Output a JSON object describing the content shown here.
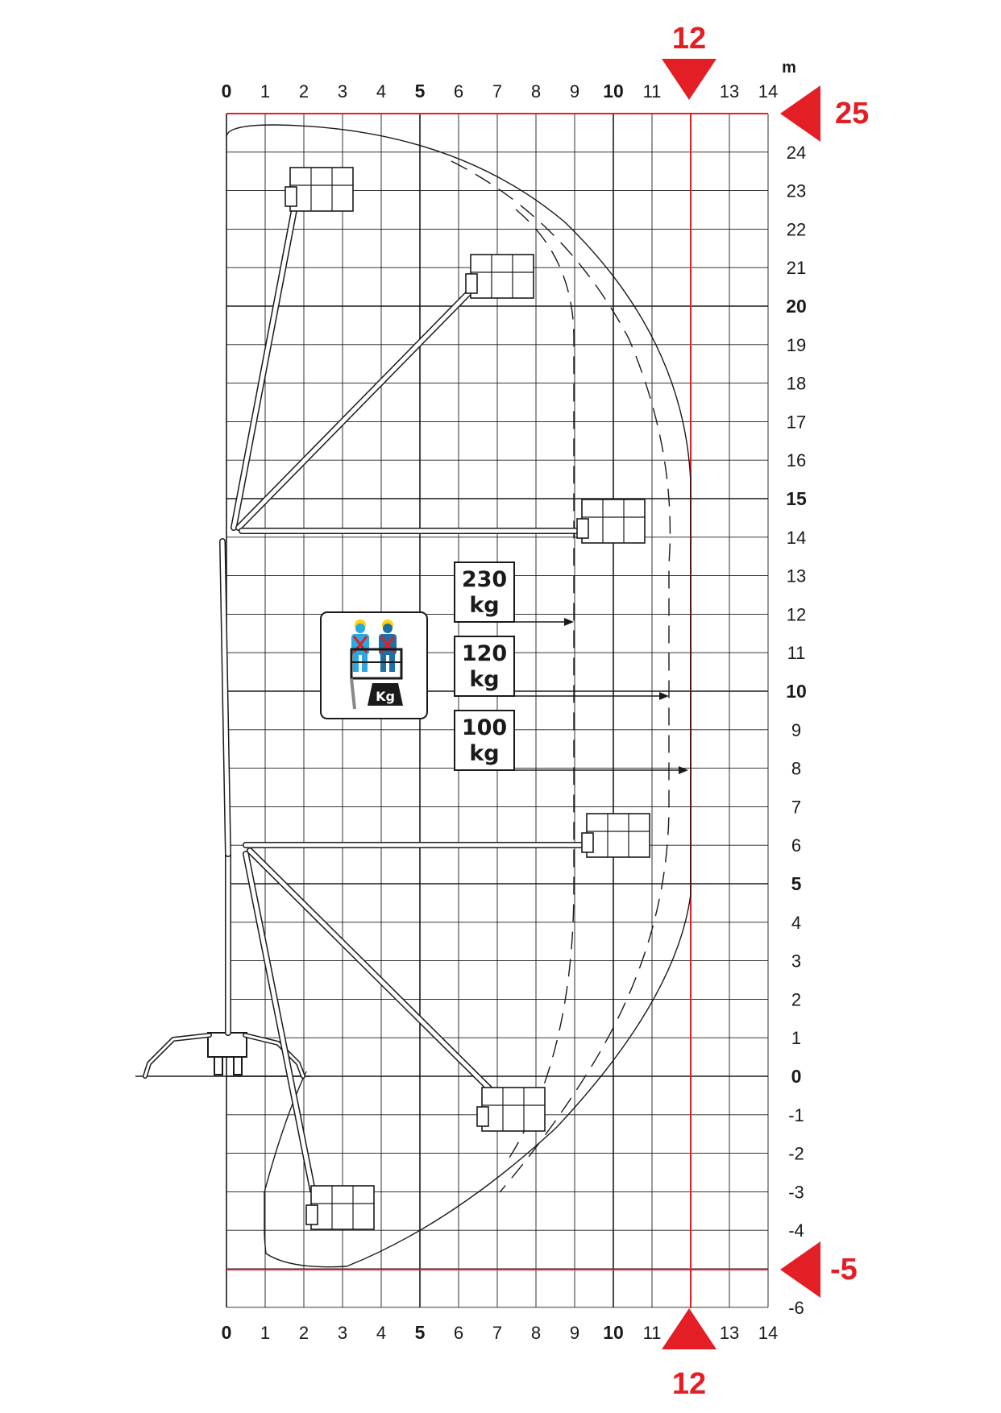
{
  "diagram": {
    "unit_label": "m",
    "x_ticks": [
      "0",
      "1",
      "2",
      "3",
      "4",
      "5",
      "6",
      "7",
      "8",
      "9",
      "10",
      "11",
      "",
      "13",
      "14"
    ],
    "x_major": [
      0,
      5,
      10
    ],
    "y_ticks": [
      "-6",
      "-5",
      "-4",
      "-3",
      "-2",
      "-1",
      "0",
      "1",
      "2",
      "3",
      "4",
      "5",
      "6",
      "7",
      "8",
      "9",
      "10",
      "11",
      "12",
      "13",
      "14",
      "15",
      "16",
      "17",
      "18",
      "19",
      "20",
      "21",
      "22",
      "23",
      "24",
      ""
    ],
    "y_major": [
      0,
      5,
      10,
      15,
      20
    ],
    "markers": {
      "max_outreach_label": "12",
      "max_height_label": "25",
      "min_depth_label": "-5"
    },
    "loads": [
      {
        "weight": "230",
        "unit": "kg"
      },
      {
        "weight": "120",
        "unit": "kg"
      },
      {
        "weight": "100",
        "unit": "kg"
      }
    ],
    "pictogram": {
      "label": "Kg"
    },
    "colors": {
      "accent": "#e31e24",
      "ink": "#1a1a1a",
      "worker_blue": "#2aa8e0",
      "helmet_yellow": "#ffd400"
    }
  }
}
